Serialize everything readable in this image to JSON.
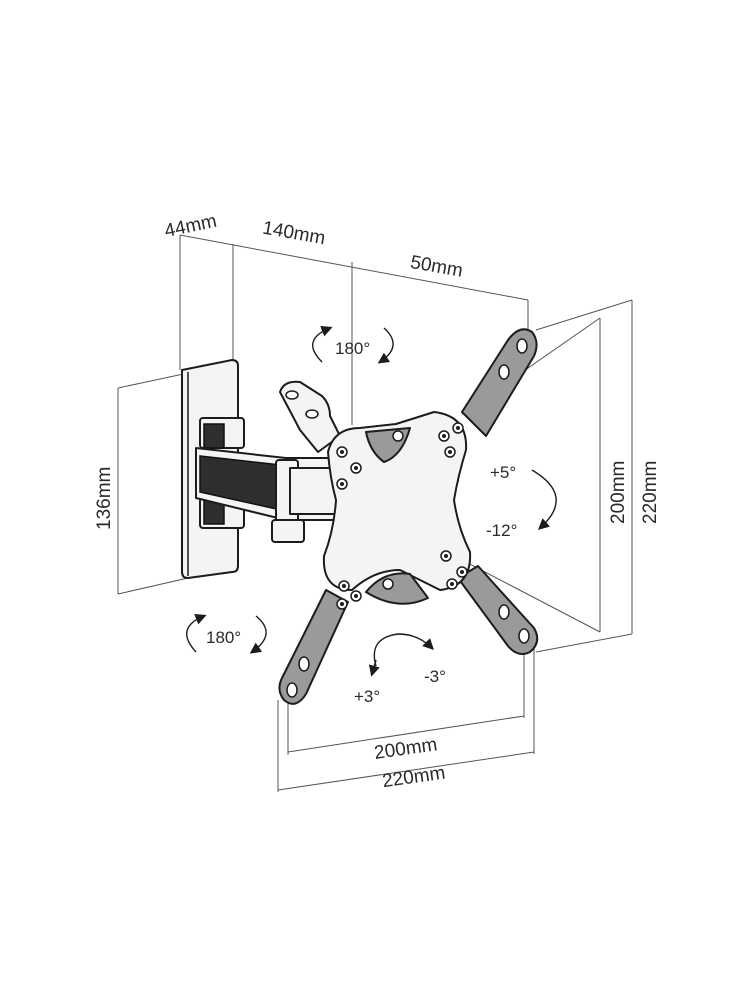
{
  "dimensions": {
    "wall_depth": "44mm",
    "arm_length": "140mm",
    "bracket_depth": "50mm",
    "wall_plate_height": "136mm",
    "vesa_inner_height": "200mm",
    "vesa_outer_height": "220mm",
    "vesa_inner_width": "200mm",
    "vesa_outer_width": "220mm"
  },
  "angles": {
    "swivel_top": "180°",
    "swivel_bottom": "180°",
    "tilt_up": "+5°",
    "tilt_down": "-12°",
    "rotate_left": "+3°",
    "rotate_right": "-3°"
  }
}
